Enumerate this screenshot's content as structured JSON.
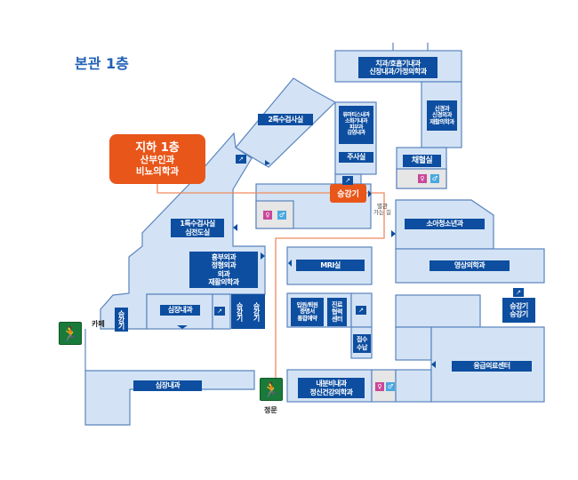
{
  "title": "본관 1층",
  "callout": {
    "heading": "지하 1층",
    "line1": "산부인과",
    "line2": "비뇨의학과"
  },
  "elevator_main": "승강기",
  "annex_path": "별관\n가는 길",
  "rooms": {
    "dental": "치과/호흡기내과\n신장내과/가정의학과",
    "neuro": "신경과\n신경외과\n재활의학과",
    "blood": "채혈실",
    "rheum": "류마티스내과\n소화기내과\n피부과\n감염내과",
    "injection": "주사실",
    "special2": "2특수검사실",
    "special1": "1특수검사실\n심전도실",
    "chest": "흉부외과\n정형외과\n외과\n재활의학과",
    "cardio_top": "심장내과",
    "cardio_bottom": "심장내과",
    "elev_left": "승강기",
    "elev_mid1": "승강기",
    "elev_mid2": "승강기",
    "mri": "MRI실",
    "admission": "입원/퇴원\n증명서\n통합예약",
    "referral": "진료\n협력\n센터",
    "reception": "접수\n수납",
    "endo": "내분비내과\n정신건강의학과",
    "pediatrics": "소아청소년과",
    "radiology": "영상의학과",
    "elev_right": "승강기\n승강기",
    "emergency": "응급의료센터"
  },
  "places": {
    "cafe": "카페",
    "main_gate": "정문"
  },
  "colors": {
    "room_fill": "#d3e3f5",
    "room_stroke": "#5a84bd",
    "label": "#0d4ea0",
    "accent": "#e8561a",
    "exit": "#1a7a3a"
  }
}
